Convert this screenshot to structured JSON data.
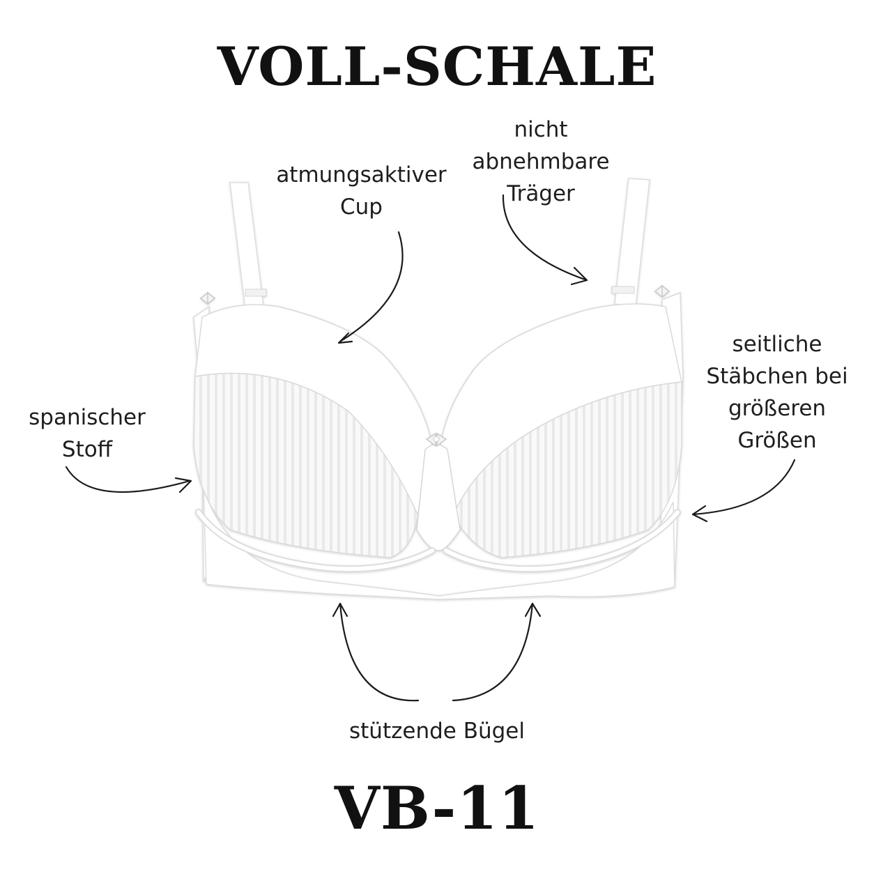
{
  "title": "VOLL-SCHALE",
  "model": "VB-11",
  "labels": {
    "cup": [
      "atmungsaktiver",
      "Cup"
    ],
    "straps": [
      "nicht",
      "abnehmbare",
      "Träger"
    ],
    "fabric": [
      "spanischer",
      "Stoff"
    ],
    "side": [
      "seitliche",
      "Stäbchen bei",
      "größeren",
      "Größen"
    ],
    "wire": [
      "stützende Bügel"
    ]
  },
  "colors": {
    "text": "#1e1e1e",
    "product": "#ffffff",
    "product_shadow": "#e6e6e6"
  },
  "icons": {
    "product": "white-underwire-bra-image",
    "arrows": "curved-arrow"
  }
}
